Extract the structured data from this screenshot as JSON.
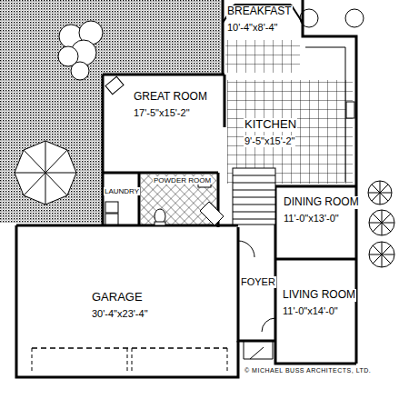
{
  "diagram": {
    "nodes": [
      {
        "text": [
          "BREAKFAST",
          "10'-4\"x8'-4\""
        ]
      },
      {
        "text": [
          "GREAT ROOM",
          "17'-5\"x15'-2\""
        ]
      },
      {
        "text": [
          "KITCHEN",
          "9'-5\"x15'-2\""
        ]
      },
      {
        "text": [
          "LAUNDRY"
        ]
      },
      {
        "text": [
          "POWDER ROOM"
        ]
      },
      {
        "text": [
          "DINING ROOM",
          "11'-0\"x13'-0\""
        ]
      },
      {
        "text": [
          "FOYER"
        ]
      },
      {
        "text": [
          "GARAGE",
          "30'-4\"x23'-4\""
        ]
      },
      {
        "text": [
          "LIVING ROOM",
          "11'-0\"x14'-0\""
        ]
      }
    ],
    "labels": [
      "© MICHAEL BUSS ARCHITECTS, LTD."
    ]
  }
}
